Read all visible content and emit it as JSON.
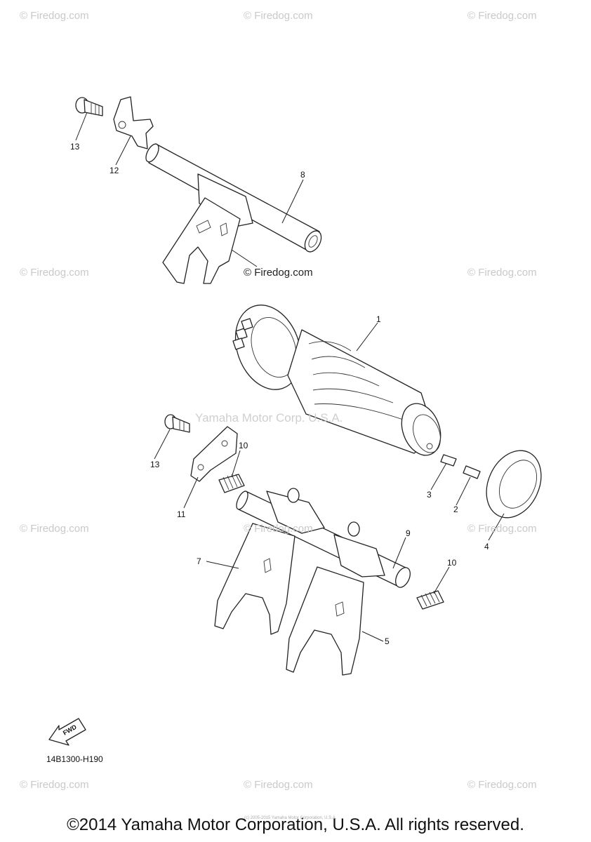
{
  "watermarks": {
    "site": "© Firedog.com",
    "center": "Yamaha Motor Corp. U.S.A."
  },
  "callouts": {
    "c1": "1",
    "c2": "2",
    "c3": "3",
    "c4": "4",
    "c5": "5",
    "c7": "7",
    "c8": "8",
    "c9": "9",
    "c10a": "10",
    "c10b": "10",
    "c11": "11",
    "c12": "12",
    "c13a": "13",
    "c13b": "13"
  },
  "diagram_code": "14B1300-H190",
  "fwd_label": "FWD",
  "footer": {
    "copyright": "©2014 Yamaha Motor Corporation, U.S.A. All rights reserved.",
    "small_print": "(c) 2005-2015 Yamaha Motor Corporation, U.S.A."
  },
  "icons": [
    "fwd-arrow-icon"
  ]
}
